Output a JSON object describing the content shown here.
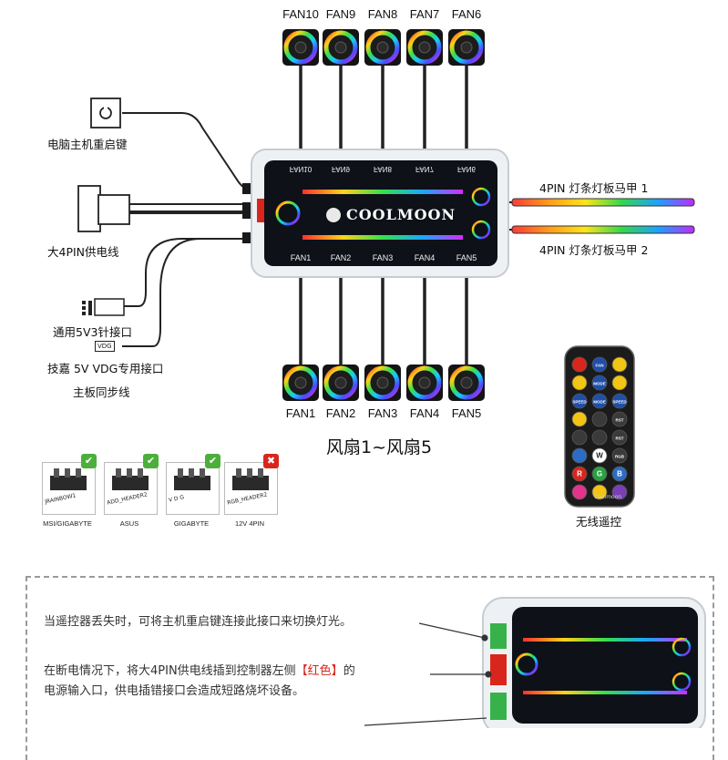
{
  "fans_top": [
    "FAN10",
    "FAN9",
    "FAN8",
    "FAN7",
    "FAN6"
  ],
  "fans_bottom": [
    "FAN1",
    "FAN2",
    "FAN3",
    "FAN4",
    "FAN5"
  ],
  "controller": {
    "brand": "COOLMOON",
    "port_labels_top": [
      "FAN10",
      "FAN9",
      "FAN8",
      "FAN7",
      "FAN6"
    ],
    "port_labels_bottom": [
      "FAN1",
      "FAN2",
      "FAN3",
      "FAN4",
      "FAN5"
    ]
  },
  "left_labels": {
    "reset_key": "电脑主机重启键",
    "power_4pin": "大4PIN供电线",
    "pin_5v3": "通用5V3针接口",
    "vdg_box": "VDG",
    "vdg_port": "技嘉 5V VDG专用接口",
    "mb_sync": "主板同步线"
  },
  "right_labels": {
    "strip1": "4PIN 灯条灯板马甲 1",
    "strip2": "4PIN 灯条灯板马甲 2"
  },
  "fan_group_label": "风扇1~风扇5",
  "remote": {
    "caption": "无线遥控",
    "brand": "Coolmoon",
    "buttons": [
      {
        "t": "",
        "c": "#d9261c"
      },
      {
        "t": "FAN",
        "c": "#1f4fa8"
      },
      {
        "t": "",
        "c": "#f2c414"
      },
      {
        "t": "",
        "c": "#f2c414"
      },
      {
        "t": "MODE",
        "c": "#1f4fa8"
      },
      {
        "t": "",
        "c": "#f2c414"
      },
      {
        "t": "SPEED",
        "c": "#1f4fa8"
      },
      {
        "t": "MODE",
        "c": "#1f4fa8"
      },
      {
        "t": "SPEED",
        "c": "#1f4fa8"
      },
      {
        "t": "",
        "c": "#f2c414"
      },
      {
        "t": "",
        "c": "#3a3a3a"
      },
      {
        "t": "RST",
        "c": "#3a3a3a"
      },
      {
        "t": "",
        "c": "#3a3a3a"
      },
      {
        "t": "",
        "c": "#3a3a3a"
      },
      {
        "t": "RST",
        "c": "#3a3a3a"
      },
      {
        "t": "",
        "c": "#2d6cc4"
      },
      {
        "t": "W",
        "c": "#ffffff"
      },
      {
        "t": "RGB",
        "c": "#3a3a3a"
      },
      {
        "t": "R",
        "c": "#d9261c"
      },
      {
        "t": "G",
        "c": "#27a243"
      },
      {
        "t": "B",
        "c": "#2d6cc4"
      },
      {
        "t": "",
        "c": "#e2348c"
      },
      {
        "t": "",
        "c": "#f2c414"
      },
      {
        "t": "",
        "c": "#7a3fb5"
      }
    ]
  },
  "motherboards": [
    {
      "label": "MSI/GIGABYTE",
      "pin": "JRAINBOW1",
      "ok": true
    },
    {
      "label": "ASUS",
      "pin": "ADD_HEADER2",
      "ok": true
    },
    {
      "label": "GIGABYTE",
      "pin": "V D G",
      "ok": true
    },
    {
      "label": "12V 4PIN",
      "pin": "RGB_HEADER2",
      "ok": false
    }
  ],
  "marks": {
    "ok": "✔",
    "bad": "✖"
  },
  "notes": {
    "line1": "当遥控器丢失时，可将主机重启键连接此接口来切换灯光。",
    "line2a": "在断电情况下，将大4PIN供电线插到控制器左侧",
    "line2red": "【红色】",
    "line2b": "的",
    "line3": "电源输入口，供电插错接口会造成短路烧坏设备。"
  }
}
